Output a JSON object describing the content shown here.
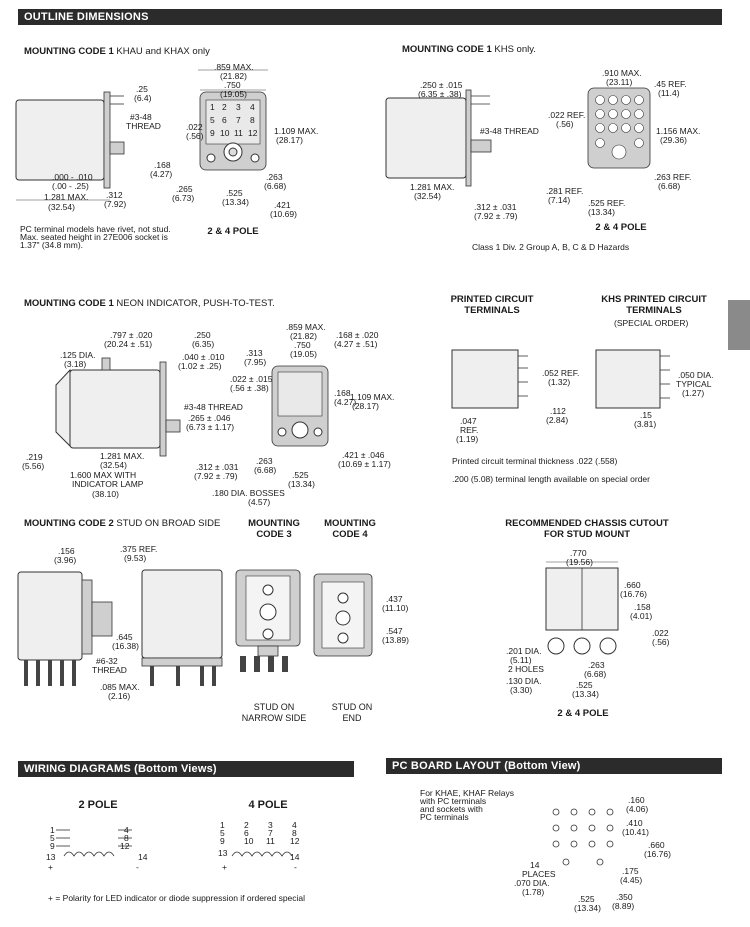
{
  "bars": {
    "outline": "OUTLINE DIMENSIONS",
    "wiring": "WIRING DIAGRAMS (Bottom Views)",
    "pcb": "PC BOARD LAYOUT (Bottom View)"
  },
  "s1": {
    "head": "MOUNTING CODE 1",
    "sub": "KHAU and KHAX only",
    "labels": [
      ".859 MAX.",
      "(21.82)",
      ".750",
      "(19.05)",
      ".25",
      "(6.4)",
      "#3-48",
      "THREAD",
      ".022",
      "(.56)",
      "1.109 MAX.",
      "(28.17)",
      ".168",
      "(4.27)",
      ".263",
      "(6.68)",
      ".265",
      "(6.73)",
      ".525",
      "(13.34)",
      ".421",
      "(10.69)",
      ".000 - .010",
      "(.00 - .25)",
      "1.281 MAX.",
      "(32.54)",
      ".312",
      "(7.92)"
    ],
    "note1": "PC terminal models have rivet, not stud.",
    "note2": "Max. seated height in 27E006 socket is",
    "note3": "1.37\" (34.8 mm).",
    "pole": "2 & 4 POLE",
    "pins": [
      "1",
      "2",
      "3",
      "4",
      "5",
      "6",
      "7",
      "8",
      "9",
      "10",
      "11",
      "12"
    ]
  },
  "s2": {
    "head": "MOUNTING CODE 1",
    "sub": "KHS only.",
    "labels": [
      ".910 MAX.",
      "(23.11)",
      ".250 ± .015",
      "(6.35 ± .38)",
      ".45 REF.",
      "(11.4)",
      ".022 REF.",
      "(.56)",
      "#3-48 THREAD",
      "1.156 MAX.",
      "(29.36)",
      ".263 REF.",
      "(6.68)",
      "1.281 MAX.",
      "(32.54)",
      ".281 REF.",
      "(7.14)",
      ".525 REF.",
      "(13.34)",
      ".312 ± .031",
      "(7.92 ± .79)"
    ],
    "pole": "2 & 4 POLE",
    "note": "Class 1 Div. 2 Group A, B, C & D Hazards"
  },
  "s3": {
    "head": "MOUNTING CODE 1",
    "sub": "NEON INDICATOR, PUSH-TO-TEST.",
    "labels": [
      ".797 ± .020",
      "(20.24 ± .51)",
      ".250",
      "(6.35)",
      ".125 DIA.",
      "(3.18)",
      ".040 ± .010",
      "(1.02 ± .25)",
      ".859 MAX.",
      "(21.82)",
      ".750",
      "(19.05)",
      ".168 ± .020",
      "(4.27 ± .51)",
      ".313",
      "(7.95)",
      ".022 ± .015",
      "(.56 ± .38)",
      ".168",
      "(4.27)",
      "1.109 MAX.",
      "(28.17)",
      "#3-48 THREAD",
      ".265 ± .046",
      "(6.73 ± 1.17)",
      ".219",
      "(5.56)",
      "1.281 MAX.",
      "(32.54)",
      "1.600 MAX WITH",
      "INDICATOR LAMP",
      "(38.10)",
      ".312 ± .031",
      "(7.92 ± .79)",
      ".263",
      "(6.68)",
      ".525",
      "(13.34)",
      ".421 ± .046",
      "(10.69 ± 1.17)",
      ".180 DIA. BOSSES",
      "(4.57)"
    ]
  },
  "s4": {
    "head1": "PRINTED CIRCUIT",
    "head2": "TERMINALS",
    "head3": "KHS PRINTED CIRCUIT",
    "head4": "TERMINALS",
    "sub": "(SPECIAL ORDER)",
    "labels": [
      ".052 REF.",
      "(1.32)",
      ".112",
      "(2.84)",
      ".047",
      "REF.",
      "(1.19)",
      ".050 DIA.",
      "TYPICAL",
      "(1.27)",
      ".15",
      "(3.81)"
    ],
    "note1": "Printed circuit terminal thickness .022 (.558)",
    "note2": ".200 (5.08) terminal length available on special order"
  },
  "s5": {
    "head": "MOUNTING CODE 2",
    "sub": "STUD ON BROAD SIDE",
    "code3a": "MOUNTING",
    "code3b": "CODE 3",
    "code4a": "MOUNTING",
    "code4b": "CODE 4",
    "labels": [
      ".156",
      "(3.96)",
      ".375 REF.",
      "(9.53)",
      ".645",
      "(16.38)",
      "#6-32",
      "THREAD",
      ".085 MAX.",
      "(2.16)",
      ".437",
      "(11.10)",
      ".547",
      "(13.89)"
    ],
    "narrow1": "STUD ON",
    "narrow2": "NARROW SIDE",
    "end1": "STUD ON",
    "end2": "END"
  },
  "s6": {
    "head1": "RECOMMENDED CHASSIS CUTOUT",
    "head2": "FOR STUD MOUNT",
    "labels": [
      ".770",
      "(19.56)",
      ".660",
      "(16.76)",
      ".158",
      "(4.01)",
      ".022",
      "(.56)",
      ".201 DIA.",
      "(5.11)",
      "2 HOLES",
      ".130 DIA.",
      "(3.30)",
      ".263",
      "(6.68)",
      ".525",
      "(13.34)"
    ],
    "pole": "2 & 4 POLE"
  },
  "wiring": {
    "p2": "2 POLE",
    "p4": "4 POLE",
    "note": "+ = Polarity for LED indicator or diode suppression if ordered special",
    "two": [
      "1",
      "5",
      "9",
      "4",
      "8",
      "12",
      "13",
      "14",
      "+",
      "-"
    ],
    "four": [
      "1",
      "5",
      "9",
      "2",
      "6",
      "10",
      "3",
      "7",
      "11",
      "4",
      "8",
      "12",
      "13",
      "14",
      "+",
      "-"
    ]
  },
  "pcb": {
    "n1": "For KHAE, KHAF Relays",
    "n2": "with PC terminals",
    "n3": "and sockets with",
    "n4": "PC terminals",
    "labels": [
      ".160",
      "(4.06)",
      ".410",
      "(10.41)",
      ".660",
      "(16.76)",
      ".175",
      "(4.45)",
      "14",
      "PLACES",
      ".070 DIA.",
      "(1.78)",
      ".525",
      "(13.34)",
      ".350",
      "(8.89)"
    ]
  }
}
